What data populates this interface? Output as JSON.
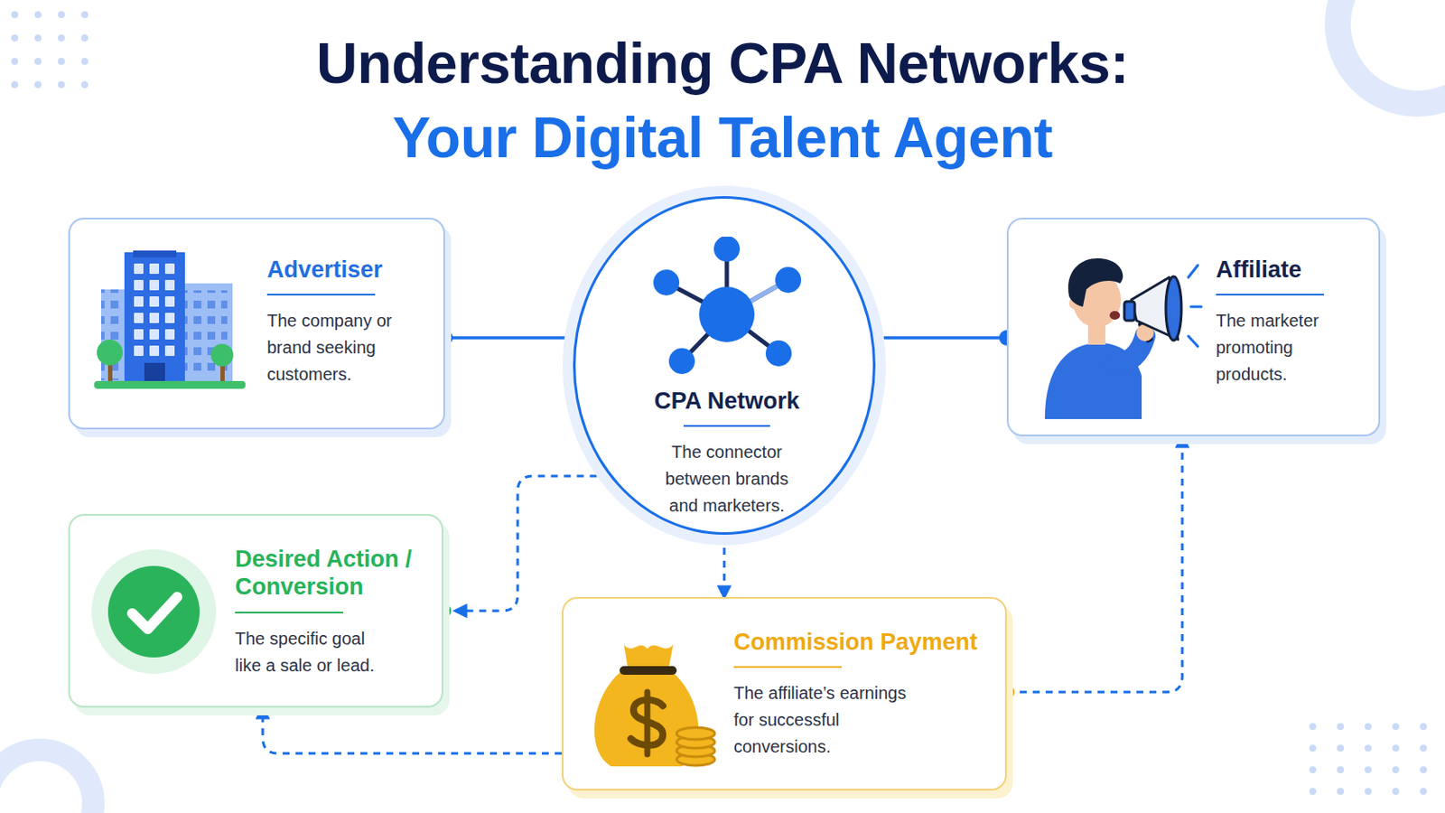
{
  "diagram": {
    "title": "Understanding CPA Networks:",
    "nodes": [
      {
        "text": [
          "Advertiser",
          "The company or brand seeking customers."
        ]
      },
      {
        "text": [
          "CPA Network",
          "The connector between brands and marketers."
        ]
      },
      {
        "text": [
          "Affiliate",
          "The marketer promoting products."
        ]
      },
      {
        "text": [
          "Desired Action / Conversion",
          "The specific goal like a sale or lead."
        ]
      },
      {
        "text": [
          "Commission Payment",
          "The affiliate’s earnings for successful conversions."
        ]
      }
    ],
    "edges": [
      {
        "from": 0,
        "to": 1,
        "arrow": "none"
      },
      {
        "from": 1,
        "to": 2,
        "arrow": "none"
      },
      {
        "from": 1,
        "to": 3,
        "arrow": "to"
      },
      {
        "from": 1,
        "to": 4,
        "arrow": "to"
      },
      {
        "from": 4,
        "to": 2,
        "arrow": "to"
      },
      {
        "from": 4,
        "to": 3,
        "arrow": "to"
      }
    ],
    "labels": [
      "Your Digital Talent Agent"
    ]
  }
}
